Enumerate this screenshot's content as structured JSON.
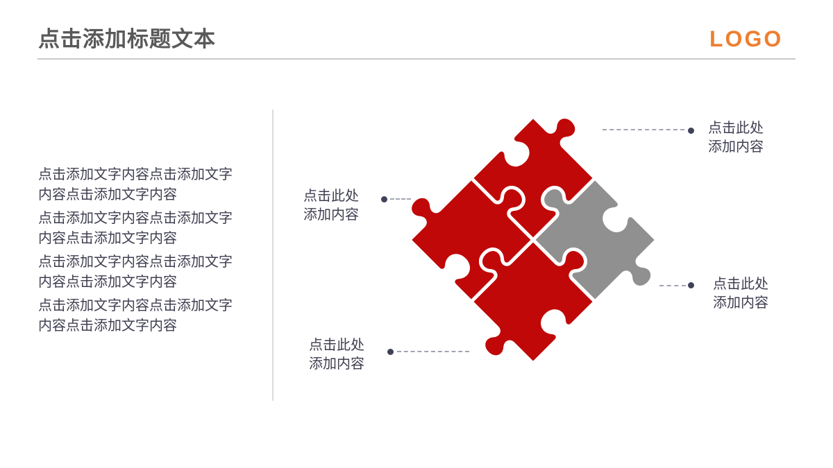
{
  "slide": {
    "title": "点击添加标题文本",
    "logo": "LOGO",
    "body_paragraphs": [
      "点击添加文字内容点击添加文字内容点击添加文字内容",
      "点击添加文字内容点击添加文字内容点击添加文字内容",
      "点击添加文字内容点击添加文字内容点击添加文字内容",
      "点击添加文字内容点击添加文字内容点击添加文字内容"
    ],
    "callouts": [
      {
        "lines": [
          "点击此处",
          "添加内容"
        ]
      },
      {
        "lines": [
          "点击此处",
          "添加内容"
        ]
      },
      {
        "lines": [
          "点击此处",
          "添加内容"
        ]
      },
      {
        "lines": [
          "点击此处",
          "添加内容"
        ]
      }
    ],
    "colors": {
      "accent_red": "#C00808",
      "neutral_gray": "#909090",
      "logo_orange": "#EE7F2F",
      "title_gray": "#595959",
      "body_text": "#3E3E50",
      "dash_gray": "#A3A4B0",
      "dot_dark": "#3F4257",
      "rule_gray": "#C9C9C9"
    }
  },
  "puzzle": {
    "pieces": [
      {
        "id": "top",
        "color": "#C00808"
      },
      {
        "id": "right",
        "color": "#909090"
      },
      {
        "id": "left",
        "color": "#C00808"
      },
      {
        "id": "bottom",
        "color": "#C00808"
      }
    ]
  }
}
